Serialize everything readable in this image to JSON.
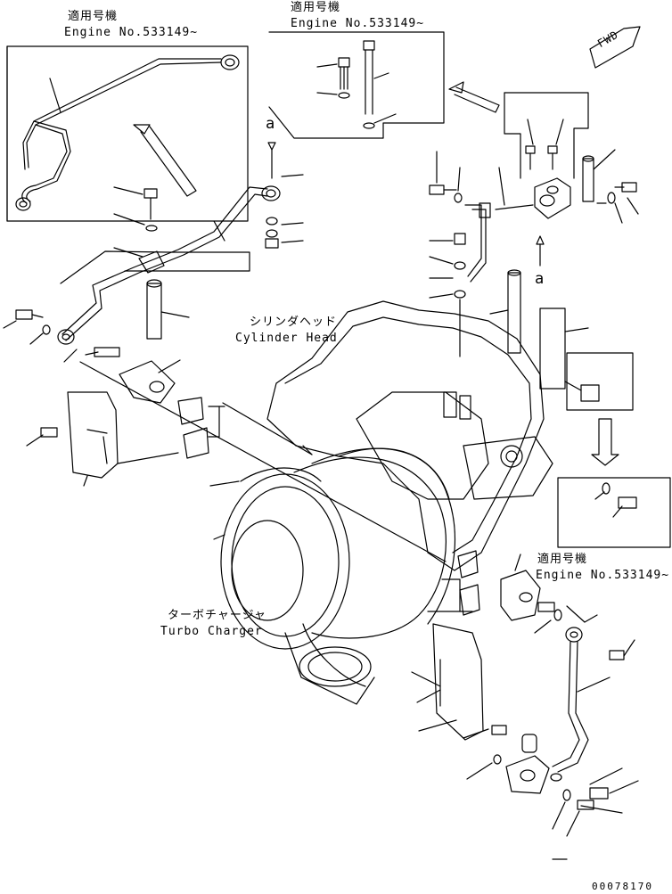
{
  "notes": {
    "note1": {
      "jp": "適用号機",
      "en": "Engine No.533149~"
    },
    "note2": {
      "jp": "適用号機",
      "en": "Engine No.533149~"
    },
    "note3": {
      "jp": "適用号機",
      "en": "Engine No.533149~"
    }
  },
  "labels": {
    "cylinder_head_jp": "シリンダヘッド",
    "cylinder_head_en": "Cylinder Head",
    "turbo_jp": "ターボチャージャ",
    "turbo_en": "Turbo Charger",
    "view_a_1": "a",
    "view_a_2": "a",
    "fwd": "FWD"
  },
  "footer": {
    "doc_number": "00078170"
  }
}
